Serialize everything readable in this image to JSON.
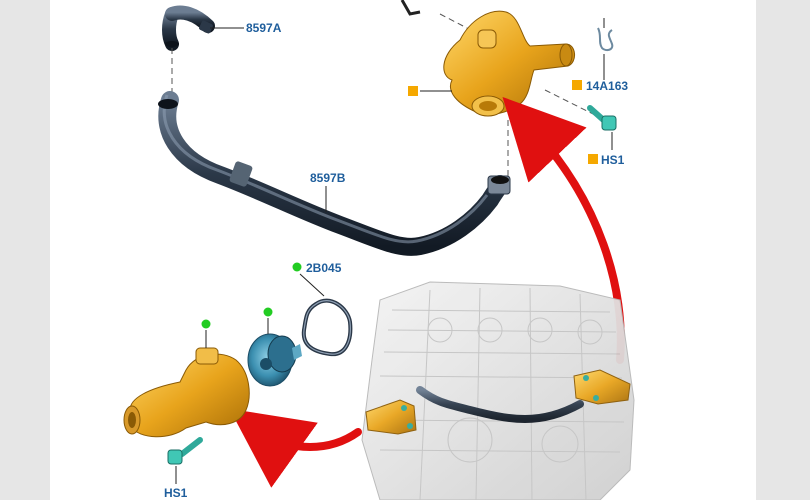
{
  "callouts": {
    "pipe_upper": "8597A",
    "pipe_lower": "8597B",
    "clip": "14A163",
    "bolt_top": "HS1",
    "bolt_bottom": "HS1",
    "gasket": "2B045"
  },
  "colors": {
    "label": "#1f5e9c",
    "warning_marker": "#f5a800",
    "new_part_marker": "#22cc22",
    "arrow": "#e01010",
    "housing": "#e8a41c",
    "hose": "#2b3848",
    "bolt": "#2fa99a",
    "thermostat": "#3b8fb0"
  }
}
